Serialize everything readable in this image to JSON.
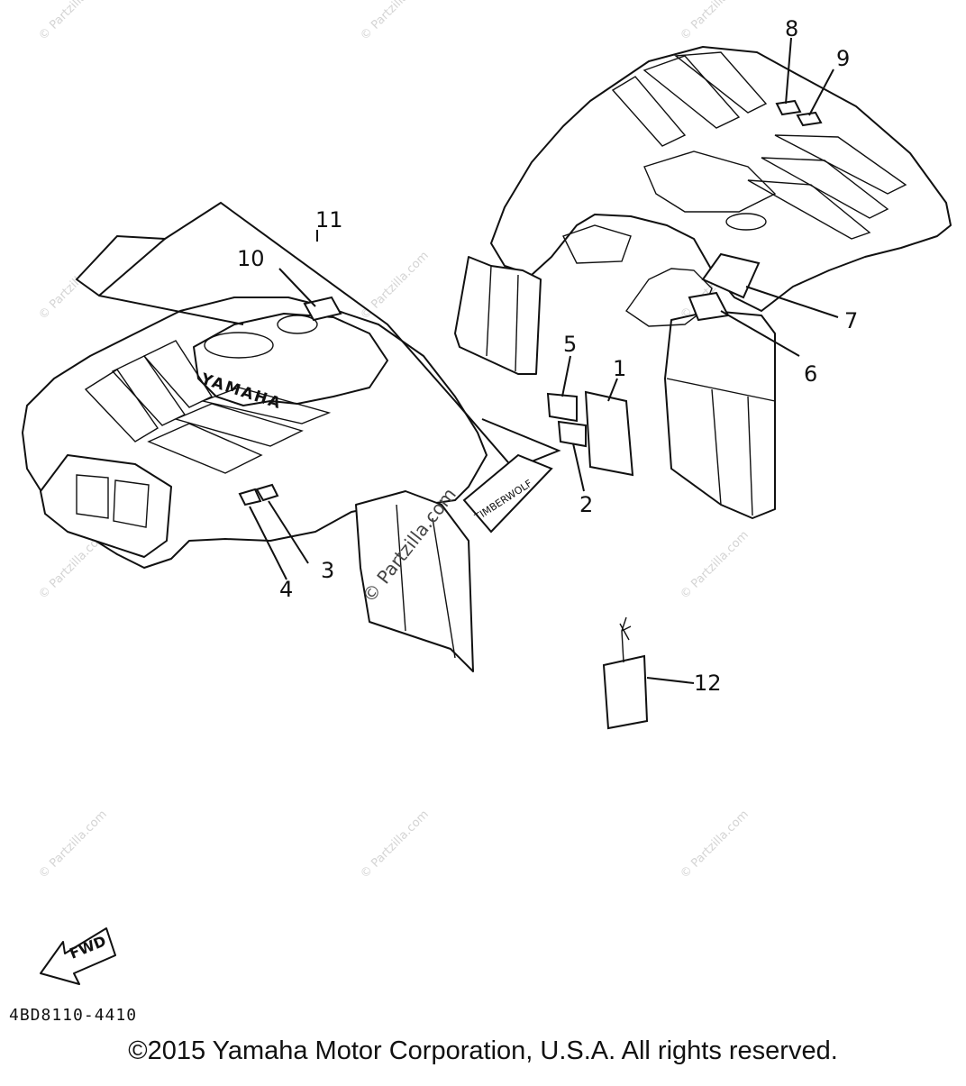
{
  "watermark": "© Partzilla.com",
  "callouts": [
    "1",
    "2",
    "3",
    "4",
    "5",
    "6",
    "7",
    "8",
    "9",
    "10",
    "11",
    "12"
  ],
  "front_fender_text": "YAMAHA",
  "decal_text": "TIMBERWOLF",
  "center_watermark": "© Partzilla.com",
  "fwd_label": "FWD",
  "figure_code": "4BD8110-4410",
  "copyright": "©2015 Yamaha Motor Corporation, U.S.A. All rights reserved."
}
